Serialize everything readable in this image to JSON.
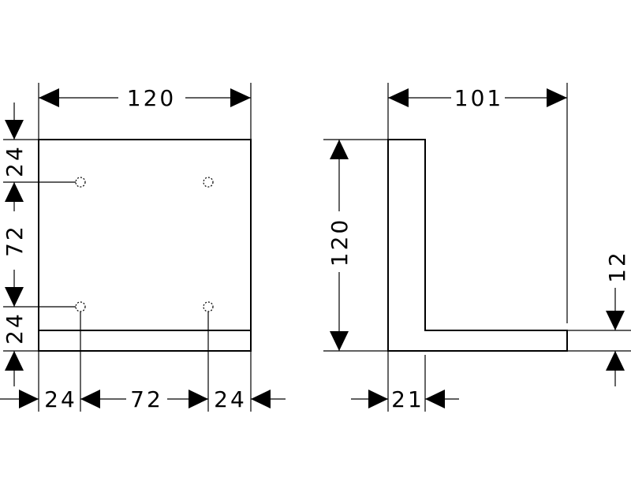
{
  "front_view": {
    "width_label": "120",
    "bottom_labels": [
      "24",
      "72",
      "24"
    ],
    "left_labels": [
      "24",
      "72",
      "24"
    ]
  },
  "side_view": {
    "depth_label": "101",
    "height_label": "120",
    "thickness_label": "21",
    "shelf_label": "12"
  }
}
